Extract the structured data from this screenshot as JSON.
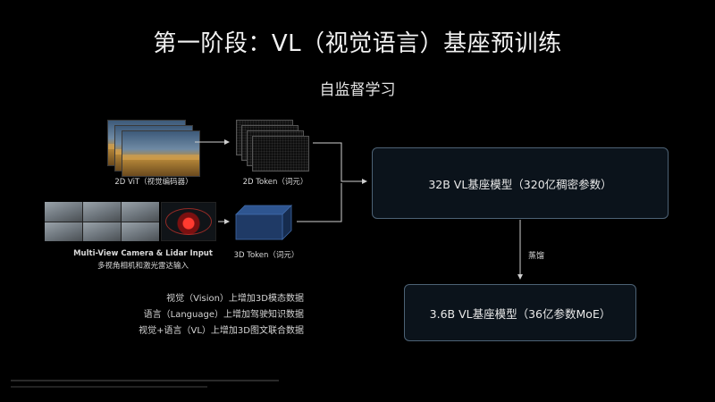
{
  "title": "第一阶段：VL（视觉语言）基座预训练",
  "subtitle": "自监督学习",
  "inputs": {
    "vit_label": "2D ViT（视觉编码器）",
    "multiview_label_en": "Multi-View Camera & Lidar Input",
    "multiview_label_zh": "多视角相机和激光雷达输入"
  },
  "tokens": {
    "token2d_label": "2D Token（词元）",
    "token3d_label": "3D Token（词元）"
  },
  "models": {
    "big": "32B VL基座模型（320亿稠密参数）",
    "small": "3.6B VL基座模型（36亿参数MoE）",
    "distill_label": "蒸馏"
  },
  "notes": [
    "视觉（Vision）上增加3D模态数据",
    "语言（Language）上增加驾驶知识数据",
    "视觉+语言（VL）上增加3D图文联合数据"
  ],
  "colors": {
    "background": "#000000",
    "box_border": "#4d6275",
    "box_fill": "#0b131b",
    "token3d_fill": "#1f3a66"
  }
}
